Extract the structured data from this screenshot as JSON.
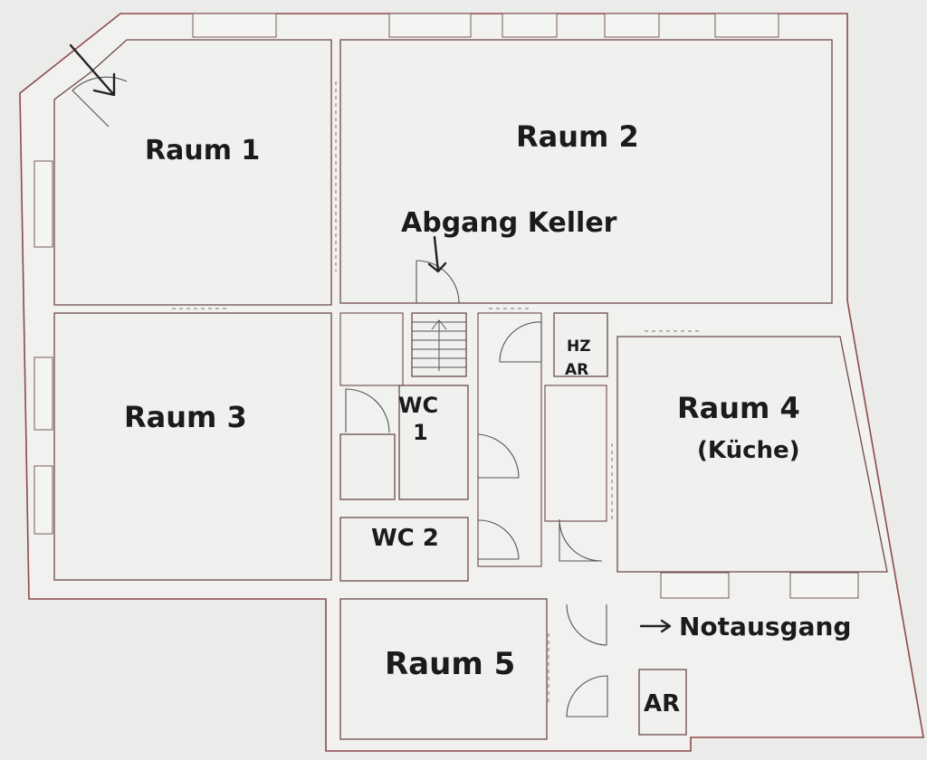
{
  "rooms": {
    "raum1": "Raum 1",
    "raum2": "Raum 2",
    "raum3": "Raum 3",
    "raum4": "Raum 4",
    "kueche": "(Küche)",
    "raum5": "Raum 5",
    "wc1_a": "WC",
    "wc1_b": "1",
    "wc2": "WC 2",
    "hz_a": "HZ",
    "hz_b": "AR",
    "ar": "AR"
  },
  "annotations": {
    "abgang_keller": "Abgang Keller",
    "notausgang": "Notausgang"
  }
}
